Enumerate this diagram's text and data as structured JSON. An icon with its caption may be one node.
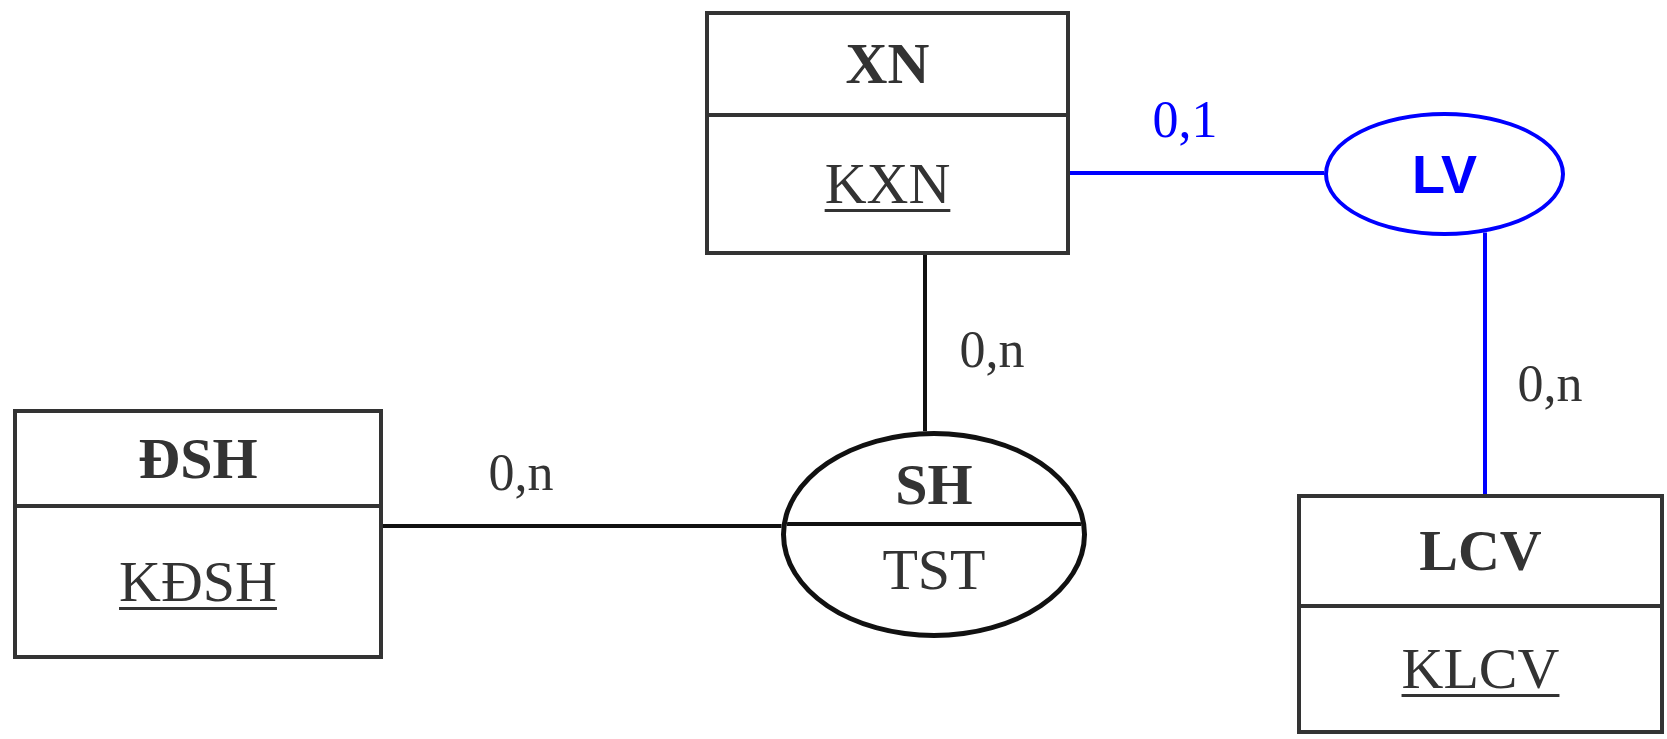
{
  "diagram": {
    "nodes": [
      {
        "text": [
          "XN",
          "KXN"
        ]
      },
      {
        "text": [
          "LV"
        ]
      },
      {
        "text": [
          "ĐSH",
          "KĐSH"
        ]
      },
      {
        "text": [
          "SH",
          "TST"
        ]
      },
      {
        "text": [
          "LCV",
          "KLCV"
        ]
      }
    ],
    "edges": [
      {
        "from": 0,
        "to": 1,
        "arrow": "none",
        "label": "0,1",
        "color": "#0000ff"
      },
      {
        "from": 0,
        "to": 3,
        "arrow": "none",
        "label": "0,n",
        "color": "#111111"
      },
      {
        "from": 1,
        "to": 4,
        "arrow": "none",
        "label": "0,n",
        "color": "#0000ff"
      },
      {
        "from": 2,
        "to": 3,
        "arrow": "none",
        "label": "0,n",
        "color": "#111111"
      }
    ]
  }
}
